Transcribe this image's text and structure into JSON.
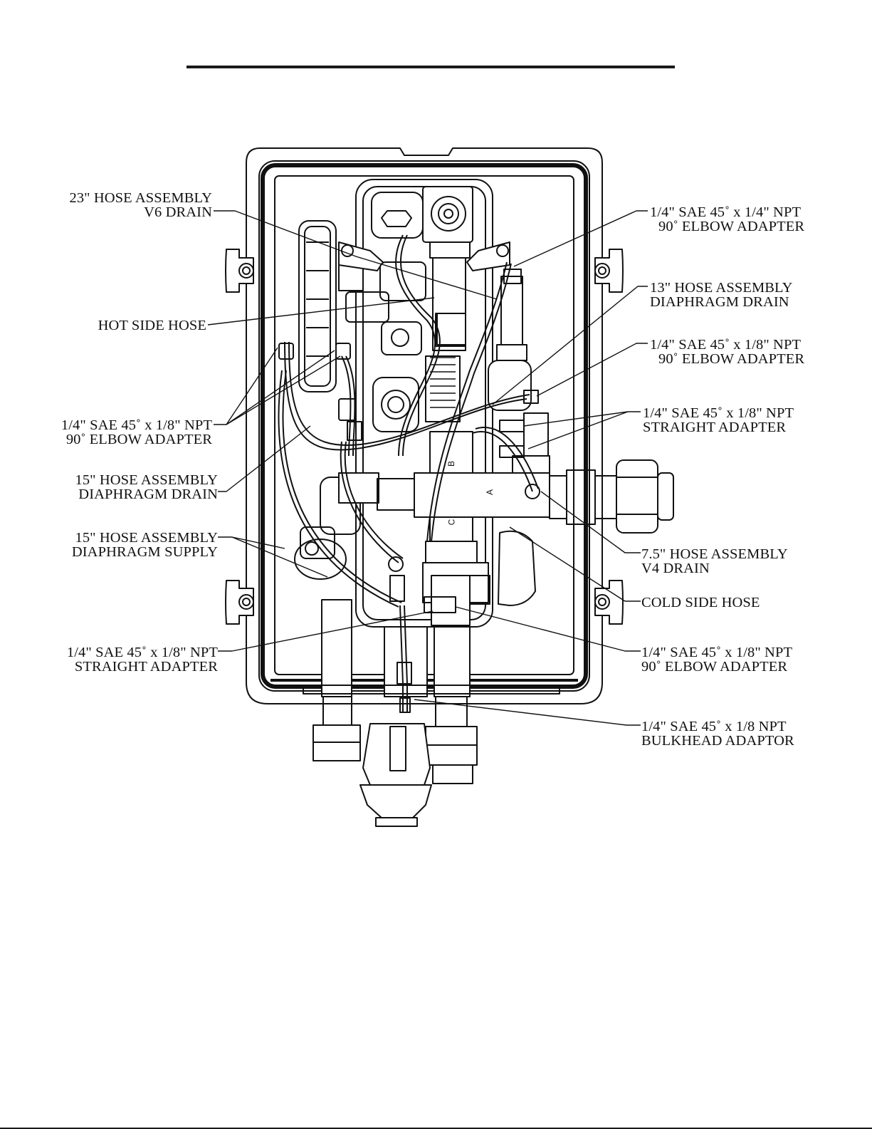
{
  "callouts_left": [
    {
      "key": "hose-23-v6",
      "lines": [
        "23\" HOSE ASSEMBLY",
        "V6 DRAIN"
      ]
    },
    {
      "key": "hot-side-hose",
      "lines": [
        "HOT SIDE HOSE"
      ]
    },
    {
      "key": "elbow-left",
      "lines": [
        "1/4\" SAE 45˚ x 1/8\" NPT",
        "90˚ ELBOW ADAPTER"
      ]
    },
    {
      "key": "hose-15-drain",
      "lines": [
        "15\" HOSE ASSEMBLY",
        "DIAPHRAGM DRAIN"
      ]
    },
    {
      "key": "hose-15-supply",
      "lines": [
        "15\" HOSE ASSEMBLY",
        "DIAPHRAGM SUPPLY"
      ]
    },
    {
      "key": "straight-left",
      "lines": [
        "1/4\" SAE 45˚ x 1/8\" NPT",
        "STRAIGHT ADAPTER"
      ]
    }
  ],
  "callouts_right": [
    {
      "key": "elbow-14-14",
      "lines": [
        "1/4\" SAE 45˚ x 1/4\" NPT",
        "90˚ ELBOW ADAPTER"
      ]
    },
    {
      "key": "hose-13-drain",
      "lines": [
        "13\" HOSE ASSEMBLY",
        "DIAPHRAGM DRAIN"
      ]
    },
    {
      "key": "elbow-right-1",
      "lines": [
        "1/4\" SAE 45˚ x 1/8\" NPT",
        "90˚ ELBOW ADAPTER"
      ]
    },
    {
      "key": "straight-right",
      "lines": [
        "1/4\" SAE 45˚ x 1/8\" NPT",
        "STRAIGHT ADAPTER"
      ]
    },
    {
      "key": "hose-75-v4",
      "lines": [
        "7.5\" HOSE ASSEMBLY",
        "V4 DRAIN"
      ]
    },
    {
      "key": "cold-side-hose",
      "lines": [
        "COLD SIDE HOSE"
      ]
    },
    {
      "key": "elbow-right-2",
      "lines": [
        "1/4\" SAE 45˚ x 1/8\" NPT",
        "90˚ ELBOW ADAPTER"
      ]
    },
    {
      "key": "bulkhead",
      "lines": [
        "1/4\" SAE 45˚ x 1/8 NPT",
        "BULKHEAD ADAPTOR"
      ]
    }
  ],
  "valve_labels": {
    "a": "A",
    "b": "B",
    "c": "C"
  }
}
